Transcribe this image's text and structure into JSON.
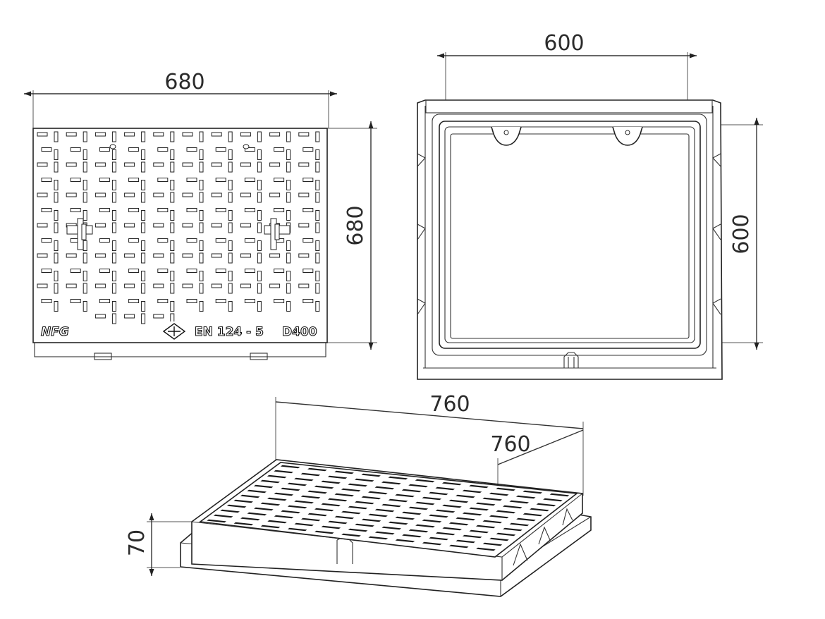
{
  "dimensions": {
    "cover_width": "680",
    "cover_height": "680",
    "frame_width": "600",
    "frame_height": "600",
    "overall_length": "760",
    "overall_depth": "760",
    "overall_height": "70"
  },
  "cover_markings": {
    "brand": "NFG",
    "standard": "EN 124 - 5",
    "load_class": "D400"
  }
}
